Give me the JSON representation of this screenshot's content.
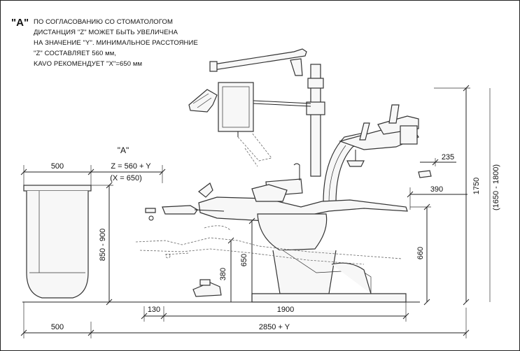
{
  "note": {
    "key": "\"A\"",
    "lines": [
      "ПО СОГЛАСОВАНИЮ СО СТОМАТОЛОГОМ",
      "ДИСТАНЦИЯ \"Z\" МОЖЕТ БЫТЬ УВЕЛИЧЕНА",
      "НА ЗНАЧЕНИЕ \"Y\". МИНИМАЛЬНОЕ РАССТОЯНИЕ",
      "\"Z\" СОСТАВЛЯЕТ 560 мм,",
      "KAVO РЕКОМЕНДУЕТ \"X\"=650 мм"
    ]
  },
  "labels": {
    "a_marker": "\"A\"",
    "top_500": "500",
    "z_formula": "Z = 560 + Y",
    "x_formula": "(X = 650)",
    "cabinet_height": "850 - 900",
    "foot_380": "380",
    "seat_650": "650",
    "arm_660": "660",
    "total_height": "1750",
    "total_height_range": "(1650 - 1800)",
    "side_235": "235",
    "side_390": "390",
    "base_130": "130",
    "base_1900": "1900",
    "bottom_500": "500",
    "bottom_total": "2850 + Y"
  }
}
